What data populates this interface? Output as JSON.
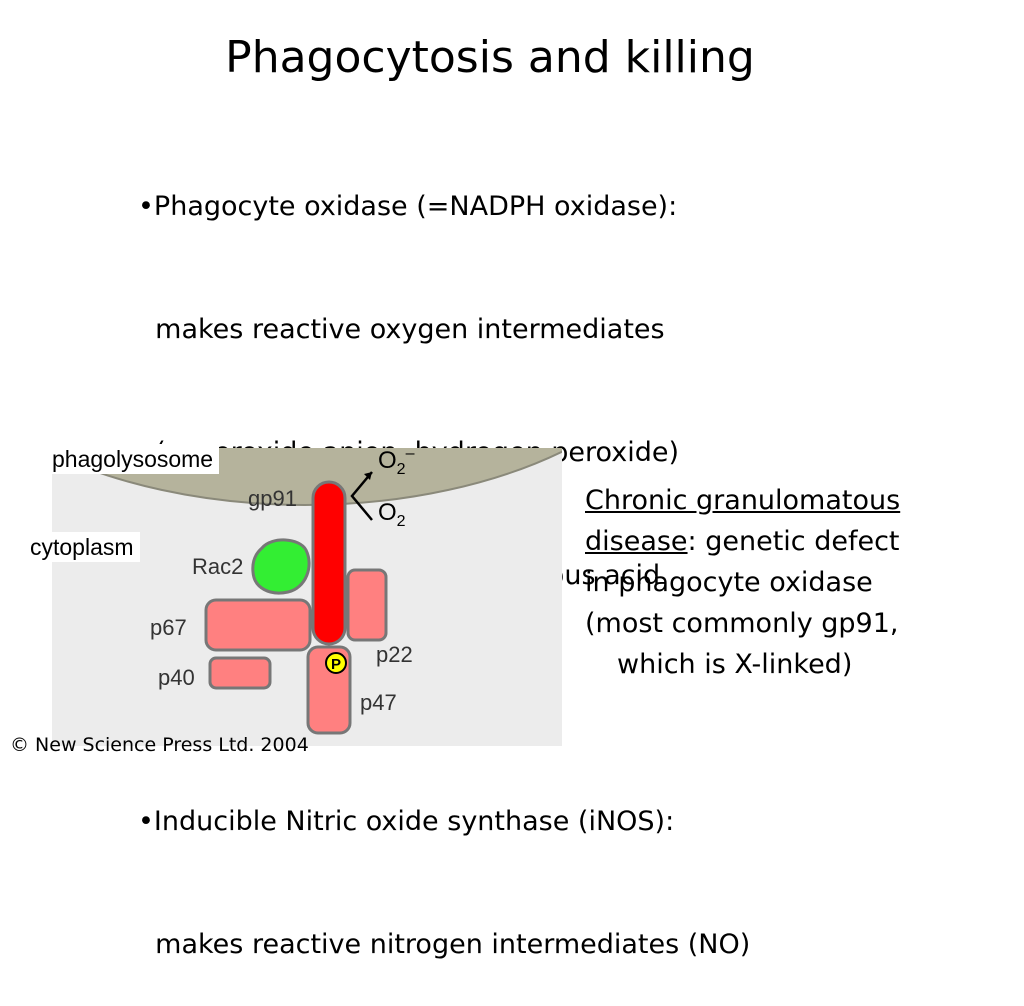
{
  "title": "Phagocytosis and killing",
  "bullets": [
    "•Phagocyte oxidase (=NADPH oxidase):",
    "  makes reactive oxygen intermediates",
    "  (superoxide anion, hydrogen peroxide)",
    "+Myeloperoxidase:  hypochlorous acid",
    "",
    "•Inducible Nitric oxide synthase (iNOS):",
    "  makes reactive nitrogen intermediates (NO)"
  ],
  "figure": {
    "phagolysosome_label": "phagolysosome",
    "cytoplasm_label": "cytoplasm",
    "o2_superoxide": "O",
    "o2_superoxide_sub": "2",
    "o2_superoxide_sup": "–",
    "o2": "O",
    "o2_sub": "2",
    "gp91": "gp91",
    "rac2": "Rac2",
    "p67": "p67",
    "p40": "p40",
    "p22": "p22",
    "p47": "p47",
    "phospho": "P",
    "colors": {
      "membrane": "#b5b39c",
      "background": "#ececec",
      "gp91": "#ff0000",
      "rac2": "#33ee33",
      "subunits": "#ff8080",
      "phospho": "#ffff00"
    }
  },
  "cgd": {
    "term1": "Chronic granulomatous",
    "term2": "disease",
    "rest2": ": genetic defect",
    "line3": "in phagocyte oxidase",
    "line4": "(most commonly gp91,",
    "line5": "which is X-linked)"
  },
  "credit": "© New Science Press Ltd. 2004"
}
